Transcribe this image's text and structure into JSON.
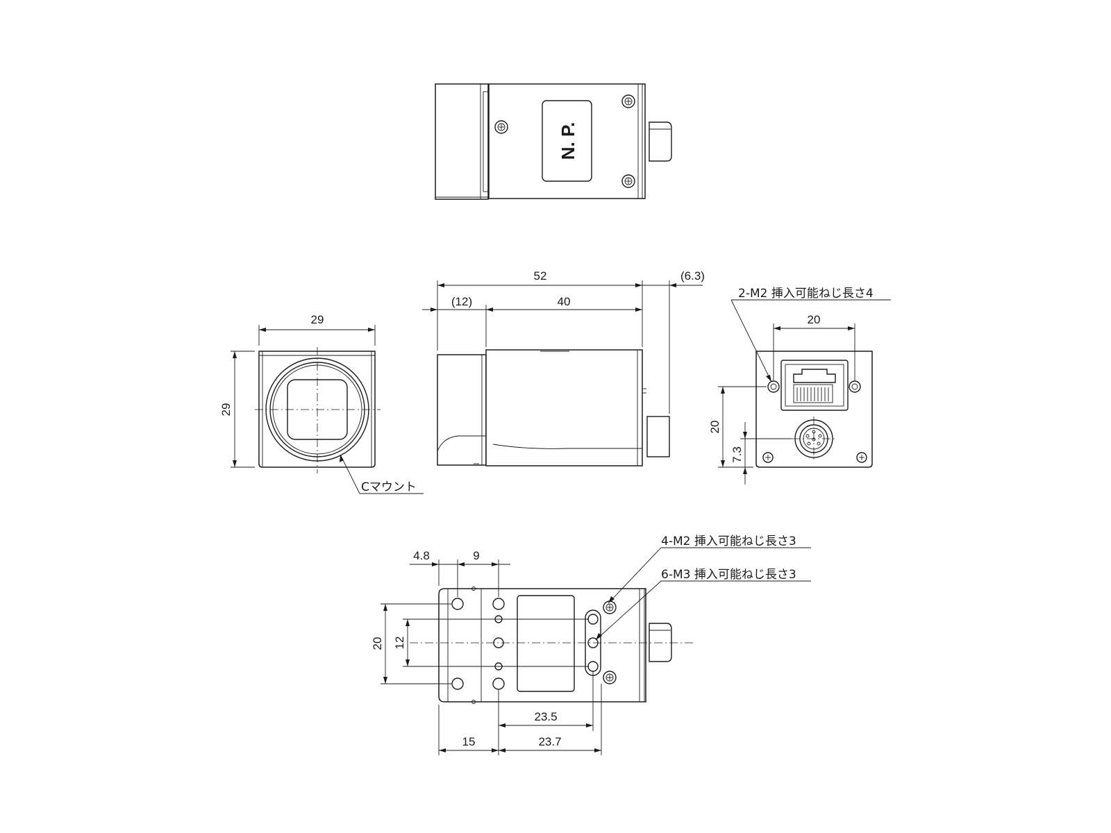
{
  "top_view": {
    "nameplate_label": "N. P."
  },
  "front_view": {
    "width_dim": "29",
    "height_dim": "29",
    "mount_label": "Cマウント"
  },
  "side_view": {
    "overall_length_dim": "52",
    "front_part_dim": "(12)",
    "body_length_dim": "40",
    "connector_protrusion_dim": "(6.3)"
  },
  "rear_view": {
    "thread_note": "2-M2 挿入可能ねじ長さ4",
    "hole_spacing_dim": "20",
    "height_dim": "20",
    "connector_height_dim": "7.3"
  },
  "bottom_view": {
    "dim_4_8": "4.8",
    "dim_9": "9",
    "dim_20": "20",
    "dim_12": "12",
    "dim_23_5": "23.5",
    "dim_15": "15",
    "dim_23_7": "23.7",
    "thread_note_m2": "4-M2 挿入可能ねじ長さ3",
    "thread_note_m3": "6-M3 挿入可能ねじ長さ3"
  }
}
